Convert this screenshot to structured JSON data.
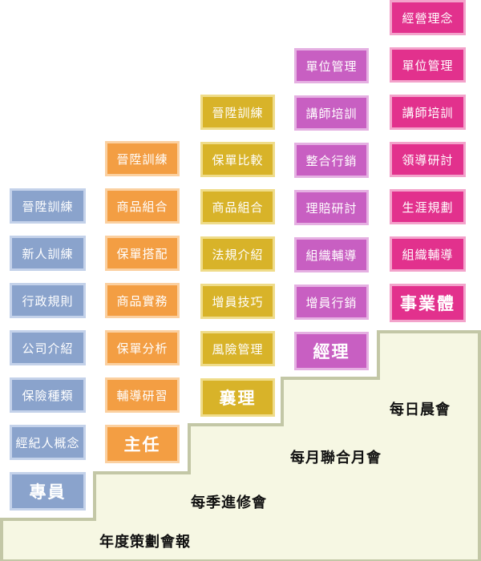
{
  "columns": [
    {
      "id": "specialist",
      "color": "#8aa3cc",
      "border": "#c4d2ea",
      "text": "#ffffff",
      "items": [
        "晉陞訓練",
        "新人訓練",
        "行政規則",
        "公司介紹",
        "保險種類",
        "經紀人概念"
      ],
      "title": "專員"
    },
    {
      "id": "supervisor",
      "color": "#f39e43",
      "border": "#fbd0a0",
      "text": "#ffffff",
      "items": [
        "晉陞訓練",
        "商品組合",
        "保單搭配",
        "商品實務",
        "保單分析",
        "輔導研習"
      ],
      "title": "主任"
    },
    {
      "id": "assistant-manager",
      "color": "#d8b329",
      "border": "#efdc8a",
      "text": "#ffffff",
      "items": [
        "晉陞訓練",
        "保單比較",
        "商品組合",
        "法規介紹",
        "增員技巧",
        "風險管理"
      ],
      "title": "襄理"
    },
    {
      "id": "manager",
      "color": "#c85fc2",
      "border": "#e5b0e2",
      "text": "#ffffff",
      "items": [
        "單位管理",
        "講師培訓",
        "整合行銷",
        "理賠研討",
        "組織輔導",
        "增員行銷"
      ],
      "title": "經理"
    },
    {
      "id": "business",
      "color": "#e2318d",
      "border": "#f3a3cb",
      "text": "#ffffff",
      "items": [
        "經營理念",
        "單位管理",
        "講師培訓",
        "領導研討",
        "生涯規劃",
        "組織輔導"
      ],
      "title": "事業體"
    }
  ],
  "meetings": [
    "每日晨會",
    "每月聯合月會",
    "每季進修會",
    "年度策劃會報"
  ],
  "stairs_fill": "#f6f7e3",
  "stairs_edge": "#c3c7a6"
}
